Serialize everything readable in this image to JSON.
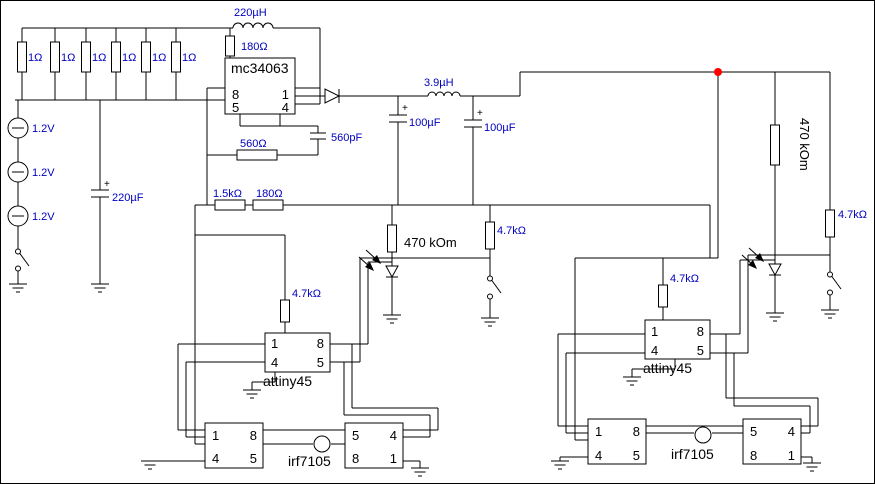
{
  "schematic": {
    "background": "#ffffff",
    "wire_color": "#000000",
    "value_label_color": "#0000bf",
    "name_label_color": "#000000",
    "junction_dot_color": "#ff0000"
  },
  "power_stage": {
    "resistor_bank": {
      "label": "1Ω",
      "count": 6
    },
    "battery_cells": [
      {
        "label": "1.2V"
      },
      {
        "label": "1.2V"
      },
      {
        "label": "1.2V"
      }
    ],
    "input_inductor": "220µH",
    "base_resistor": "180Ω",
    "ic": {
      "name": "mc34063",
      "pins": [
        "8",
        "1",
        "5",
        "4"
      ]
    },
    "input_cap": "220µF",
    "sense_resistor": "560Ω",
    "timing_cap": "560pF",
    "output_inductor": "3.9µH",
    "output_cap1": "100µF",
    "output_cap2": "100µF",
    "divider_r1": "1.5kΩ",
    "divider_r2": "180Ω",
    "plus": "+"
  },
  "left_channel": {
    "pullup": "4.7kΩ",
    "photo_resistor": "470 kOm",
    "switch_pullup": "4.7kΩ",
    "mcu": {
      "name": "attiny45",
      "pins": [
        "1",
        "8",
        "4",
        "5"
      ]
    },
    "driver": {
      "name": "irf7105",
      "left_pins": [
        "1",
        "8",
        "4",
        "5"
      ],
      "right_pins": [
        "5",
        "4",
        "8",
        "1"
      ]
    }
  },
  "right_channel": {
    "pullup": "4.7kΩ",
    "photo_resistor": "470 kOm",
    "switch_pullup": "4.7kΩ",
    "mcu": {
      "name": "attiny45",
      "pins": [
        "1",
        "8",
        "4",
        "5"
      ]
    },
    "driver": {
      "name": "irf7105",
      "left_pins": [
        "1",
        "8",
        "4",
        "5"
      ],
      "right_pins": [
        "5",
        "4",
        "8",
        "1"
      ]
    }
  }
}
